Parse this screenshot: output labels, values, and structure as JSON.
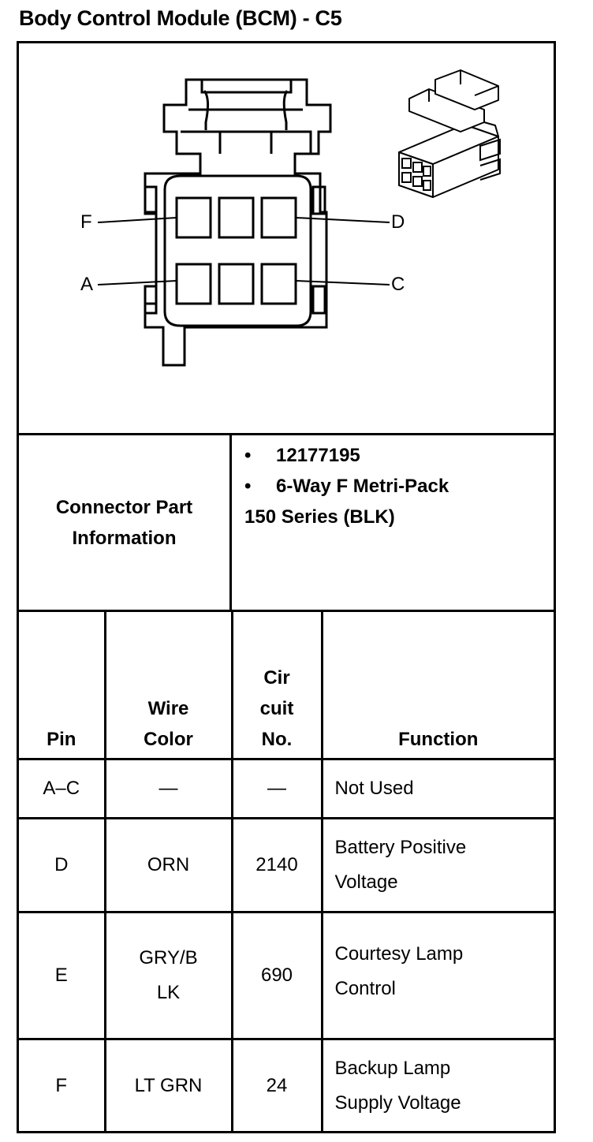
{
  "title": "Body Control Module (BCM) - C5",
  "diagram": {
    "pin_labels": {
      "F": "F",
      "D": "D",
      "A": "A",
      "C": "C"
    }
  },
  "connector_info": {
    "label_line1": "Connector Part",
    "label_line2": "Information",
    "bullet": "•",
    "part_number": "12177195",
    "description_line1": "6-Way F Metri-Pack",
    "description_line2": "150 Series (BLK)"
  },
  "table": {
    "headers": {
      "pin": "Pin",
      "wire_color_line1": "Wire",
      "wire_color_line2": "Color",
      "circuit_line1": "Cir",
      "circuit_line2": "cuit",
      "circuit_line3": "No.",
      "function": "Function"
    },
    "rows": [
      {
        "pin": "A–C",
        "wire": "—",
        "circuit": "—",
        "function_line1": "Not Used"
      },
      {
        "pin": "D",
        "wire": "ORN",
        "circuit": "2140",
        "function_line1": "Battery Positive",
        "function_line2": "Voltage"
      },
      {
        "pin": "E",
        "wire_line1": "GRY/B",
        "wire_line2": "LK",
        "circuit": "690",
        "function_line1": "Courtesy Lamp",
        "function_line2": "Control"
      },
      {
        "pin": "F",
        "wire": "LT GRN",
        "circuit": "24",
        "function_line1": "Backup Lamp",
        "function_line2": "Supply Voltage"
      }
    ]
  }
}
